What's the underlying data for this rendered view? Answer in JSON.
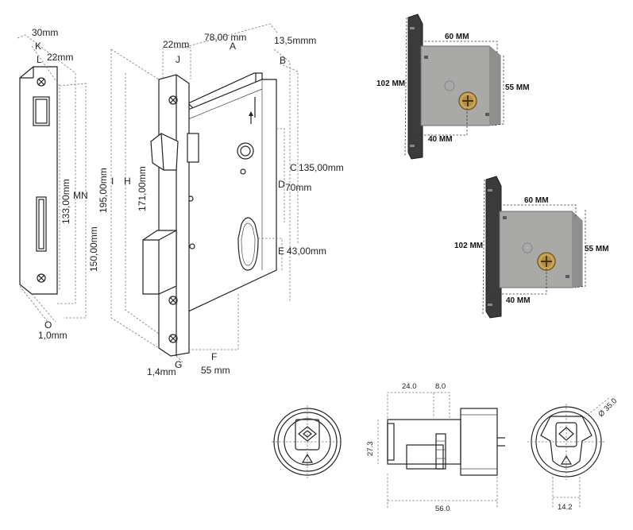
{
  "mortise_lock_drawing": {
    "faceplate_width": "30mm",
    "label_k": "K",
    "faceplate_inner": "22mm",
    "label_l": "L",
    "faceplate_height_m": "133,00mm",
    "label_mn": "MN",
    "faceplate_height_n": "150,00mm",
    "faceplate_thickness": "1,0mm",
    "label_o": "O",
    "front_width": "22mm",
    "label_j": "J",
    "body_depth": "78,00 mm",
    "label_a": "A",
    "offset_b": "13,5mmm",
    "label_b": "B",
    "total_height": "195,00mm",
    "label_i": "I",
    "inner_height": "171,00mm",
    "label_h": "H",
    "body_height": "135,00mm",
    "label_c": "C",
    "handle_distance": "70mm",
    "label_d": "D",
    "cylinder_distance": "43,00mm",
    "label_e": "E",
    "backset": "55 mm",
    "label_f": "F",
    "plate_thickness": "1,4mm",
    "label_g": "G"
  },
  "lock_photos": [
    {
      "width": "60 MM",
      "height": "102 MM",
      "body_height": "55 MM",
      "backset": "40 MM"
    },
    {
      "width": "60 MM",
      "height": "102 MM",
      "body_height": "55 MM",
      "backset": "40 MM"
    }
  ],
  "cylinder_drawing": {
    "length_left": "24.0",
    "length_gap": "8.0",
    "diameter": "Ø 35.0",
    "height": "27.3",
    "total_length": "56.0",
    "cam_width": "14.2"
  }
}
